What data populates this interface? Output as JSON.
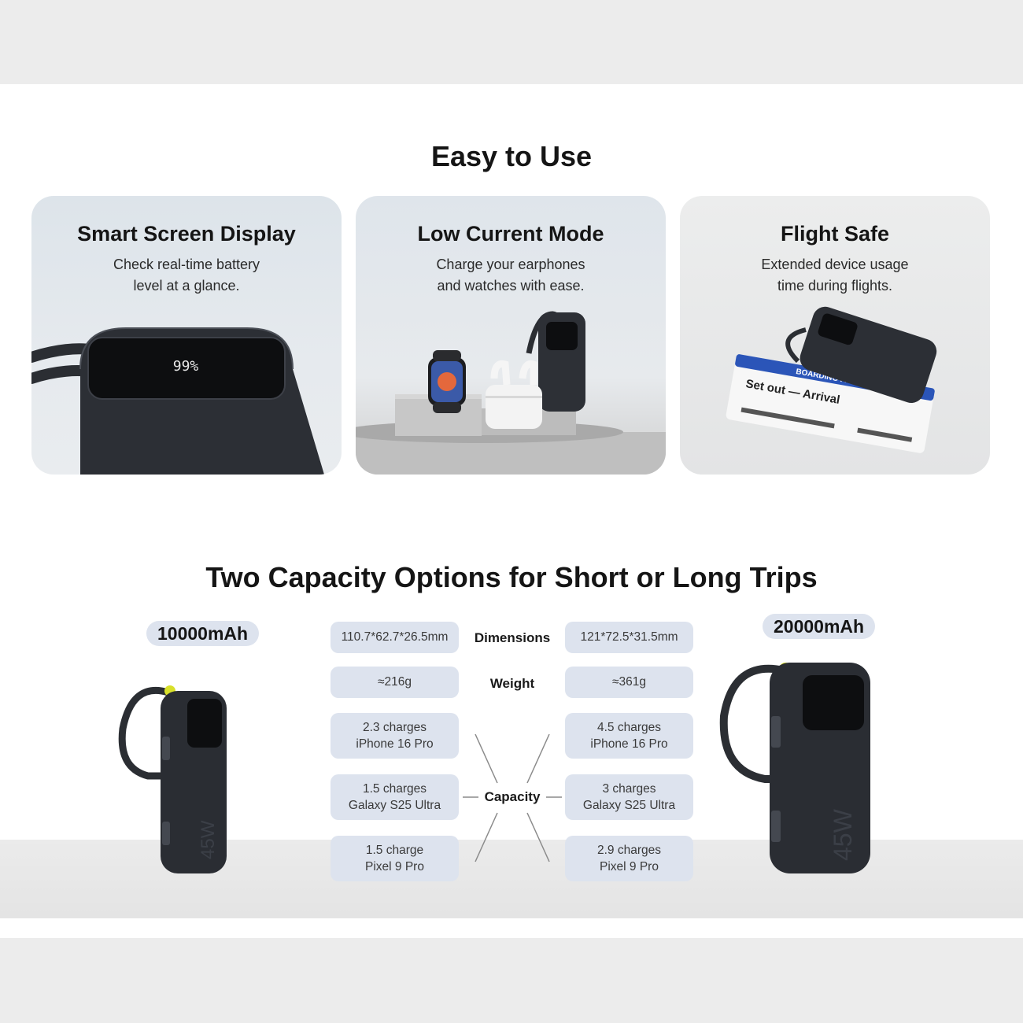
{
  "sections": {
    "easy_title": "Easy to Use",
    "capacity_title": "Two Capacity Options for Short or Long Trips"
  },
  "cards": [
    {
      "title": "Smart Screen Display",
      "line1": "Check real-time battery",
      "line2": "level at a glance.",
      "screen_reading": "99%"
    },
    {
      "title": "Low Current Mode",
      "line1": "Charge your earphones",
      "line2": "and watches with ease."
    },
    {
      "title": "Flight Safe",
      "line1": "Extended device usage",
      "line2": "time during flights.",
      "ticket_header": "BOARDING PASS",
      "ticket_text": "Set out — Arrival"
    }
  ],
  "capacity": {
    "small_badge": "10000mAh",
    "large_badge": "20000mAh",
    "device_power": "45W",
    "labels": {
      "dimensions": "Dimensions",
      "weight": "Weight",
      "capacity": "Capacity"
    },
    "small": {
      "dimensions": "110.7*62.7*26.5mm",
      "weight": "≈216g",
      "charges": [
        {
          "line1": "2.3 charges",
          "line2": "iPhone 16 Pro"
        },
        {
          "line1": "1.5 charges",
          "line2": "Galaxy S25 Ultra"
        },
        {
          "line1": "1.5 charge",
          "line2": "Pixel 9 Pro"
        }
      ]
    },
    "large": {
      "dimensions": "121*72.5*31.5mm",
      "weight": "≈361g",
      "charges": [
        {
          "line1": "4.5 charges",
          "line2": "iPhone 16 Pro"
        },
        {
          "line1": "3 charges",
          "line2": "Galaxy S25 Ultra"
        },
        {
          "line1": "2.9 charges",
          "line2": "Pixel 9 Pro"
        }
      ]
    }
  },
  "colors": {
    "pill_bg": "#dde3ee",
    "device_body": "#2a2d33",
    "accent_yellow": "#d8e02a"
  }
}
